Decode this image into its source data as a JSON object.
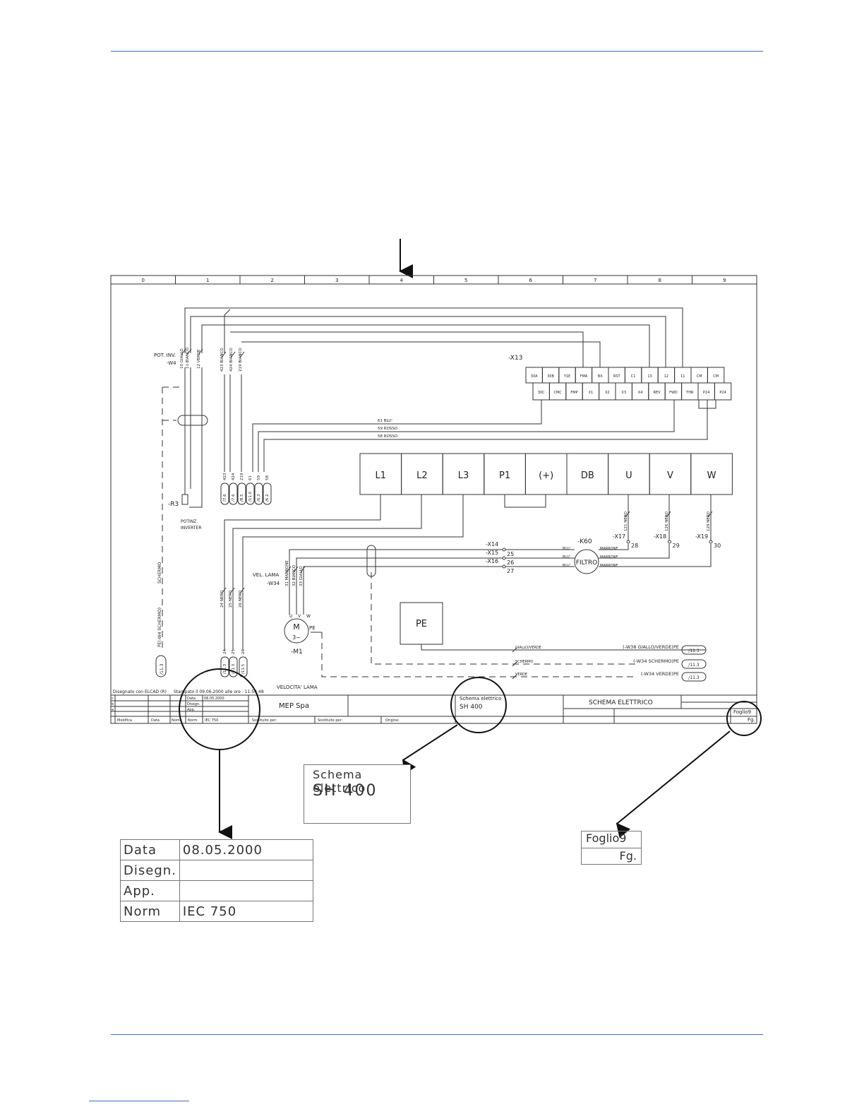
{
  "columns": [
    "0",
    "1",
    "2",
    "3",
    "4",
    "5",
    "6",
    "7",
    "8",
    "9"
  ],
  "terminal_block": {
    "name": "-X13",
    "top_row": [
      "30A",
      "30B",
      "Y1E",
      "FMA",
      "BX",
      "RST",
      "C1",
      "13",
      "12",
      "11",
      "CM",
      "CM"
    ],
    "bottom_row": [
      "30C",
      "CMC",
      "FMP",
      "X1",
      "X2",
      "X3",
      "X4",
      "REV",
      "FWD",
      "THR",
      "P24",
      "P24"
    ]
  },
  "power_terminals": [
    "L1",
    "L2",
    "L3",
    "P1",
    "(+)",
    "DB",
    "U",
    "V",
    "W"
  ],
  "pot_label": {
    "line1": "POT. INV.",
    "line2": "-W4"
  },
  "pot_wires": [
    "10 GIALLO",
    "11 BIANCO",
    "12 VERDE"
  ],
  "bianco_wires": [
    "423 BIANCO",
    "424 BIANCO",
    "219 BIANCO"
  ],
  "signal_wires": [
    "61 BLU'",
    "59 ROSSO",
    "58 ROSSO"
  ],
  "ref_tags": [
    "/7.6",
    "/7.6",
    "/8.5",
    "/11.0",
    "/6.3",
    "/6.2"
  ],
  "tag_numbers": [
    "423",
    "424",
    "219",
    "61",
    "59",
    "58"
  ],
  "resistor": {
    "name": "-R3",
    "line1": "POTINZ.",
    "line2": "INVERTER"
  },
  "nero_wires": [
    "24 NERO",
    "25 NERO",
    "26 NERO"
  ],
  "nero_bottom_tags": [
    "/11.3",
    "/11.3",
    "/11.5"
  ],
  "nero_bottom_nums": [
    "24",
    "25",
    "26"
  ],
  "out_wires": [
    "121 NERO",
    "126 NERO",
    "129 NERO"
  ],
  "out_connectors": [
    "-X17",
    "-X18",
    "-X19"
  ],
  "out_numbers": [
    "28",
    "29",
    "30"
  ],
  "filter": {
    "name": "-K60",
    "label": "FILTRO"
  },
  "motor_connectors": [
    "-X14",
    "-X15",
    "-X16"
  ],
  "motor_conn_numbers": [
    "25",
    "26",
    "27"
  ],
  "blu_labels": [
    "BLU'",
    "BLU'",
    "BLU'"
  ],
  "marrone_labels": [
    "MARRONE",
    "MARRONE",
    "MARRONE"
  ],
  "vel_lama": {
    "line1": "VEL. LAMA",
    "line2": "-W34"
  },
  "motor_wires": [
    "31 MARRONE",
    "32 BIANCO",
    "33 GIALLO"
  ],
  "motor": {
    "symbol": "M",
    "phase": "3~",
    "name": "-M1",
    "terminals": [
      "U",
      "V",
      "W"
    ],
    "pe": "PE"
  },
  "pe_box": "PE",
  "ground_wires": [
    {
      "label": "GIALLO/VERDE",
      "dest": "(-W38 GIALLO/VERDE)PE",
      "tag": "/11.3"
    },
    {
      "label": "SCHERMO",
      "dest": "(-W34 SCHERMO)PE",
      "tag": "/11.3"
    },
    {
      "label": "VERDE",
      "dest": "(-W34 VERDE)PE",
      "tag": "/11.3"
    }
  ],
  "left_shield": {
    "schermo": "SCHERMO",
    "pe_label": "PE(-W4 SCHERMO)",
    "tag": "/11.3"
  },
  "velocita": "VELOCITA' LAMA",
  "title_block": {
    "designed_with": "Disegnato con ELCAD (R)",
    "printed": "Stampato il  09.06.2000 alle ore : 11:54:48",
    "rows": [
      "c",
      "b",
      "a"
    ],
    "data_label": "Data",
    "data_value": "08.05.2000",
    "disegn": "Disegn.",
    "app": "App.",
    "norm_label": "Norm",
    "norm_value": "IEC 750",
    "bottom": [
      "Modifica",
      "Data",
      "Nome",
      "Norm",
      "IEC 750",
      "Sostituito per:",
      "Sostituito per:",
      "Origine:"
    ],
    "company": "MEP Spa",
    "schema_line1": "Schema elettrico",
    "schema_line2": "SH 400",
    "title": "SCHEMA ELETTRICO",
    "foglio": "Foglio9",
    "fg": "Fg."
  },
  "callout_schema": {
    "line1": "Schema elettrico",
    "line2": "SH 400"
  },
  "callout_table": [
    {
      "k": "Data",
      "v": "08.05.2000"
    },
    {
      "k": "Disegn.",
      "v": ""
    },
    {
      "k": "App.",
      "v": ""
    },
    {
      "k": "Norm",
      "v": "IEC 750"
    }
  ],
  "callout_foglio": {
    "line1": "Foglio9",
    "line2": "Fg."
  }
}
